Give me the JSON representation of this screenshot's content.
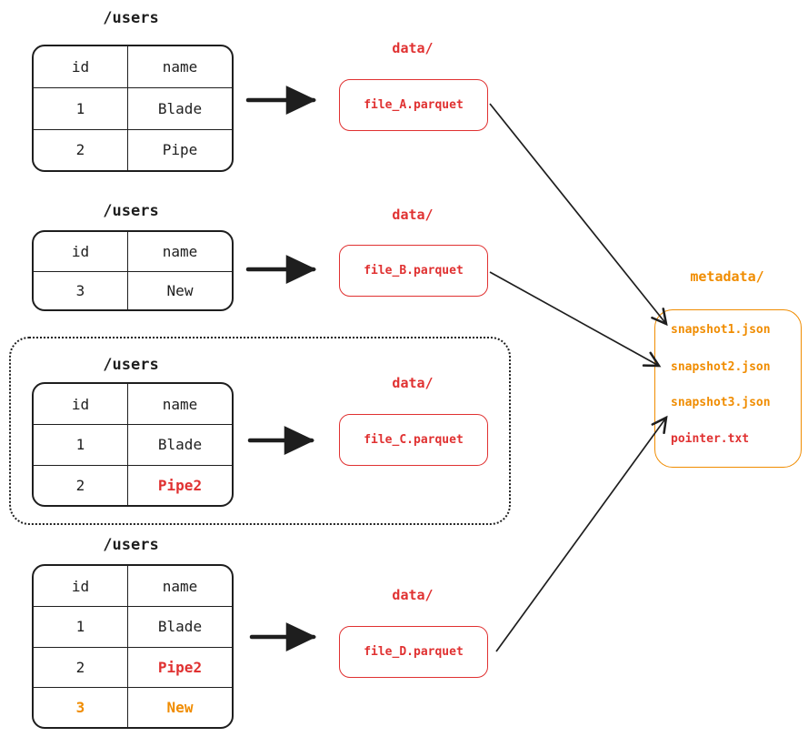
{
  "palette": {
    "ink": "#1e1e1e",
    "red": "#e03131",
    "orange": "#f08c00",
    "paper": "#ffffff"
  },
  "snapshots": [
    {
      "title": "/users",
      "header": [
        "id",
        "name"
      ],
      "rows": [
        [
          "1",
          "Blade"
        ],
        [
          "2",
          "Pipe"
        ]
      ]
    },
    {
      "title": "/users",
      "header": [
        "id",
        "name"
      ],
      "rows": [
        [
          "3",
          "New"
        ]
      ]
    },
    {
      "title": "/users",
      "header": [
        "id",
        "name"
      ],
      "rows": [
        [
          "1",
          "Blade"
        ],
        [
          "2",
          "Pipe2"
        ]
      ]
    },
    {
      "title": "/users",
      "header": [
        "id",
        "name"
      ],
      "rows": [
        [
          "1",
          "Blade"
        ],
        [
          "2",
          "Pipe2"
        ],
        [
          "3",
          "New"
        ]
      ]
    }
  ],
  "data_files": [
    {
      "folder": "data/",
      "file": "file_A.parquet"
    },
    {
      "folder": "data/",
      "file": "file_B.parquet"
    },
    {
      "folder": "data/",
      "file": "file_C.parquet"
    },
    {
      "folder": "data/",
      "file": "file_D.parquet"
    }
  ],
  "metadata": {
    "folder": "metadata/",
    "files": [
      {
        "name": "snapshot1.json"
      },
      {
        "name": "snapshot2.json"
      },
      {
        "name": "snapshot3.json"
      },
      {
        "name": "pointer.txt"
      }
    ]
  }
}
